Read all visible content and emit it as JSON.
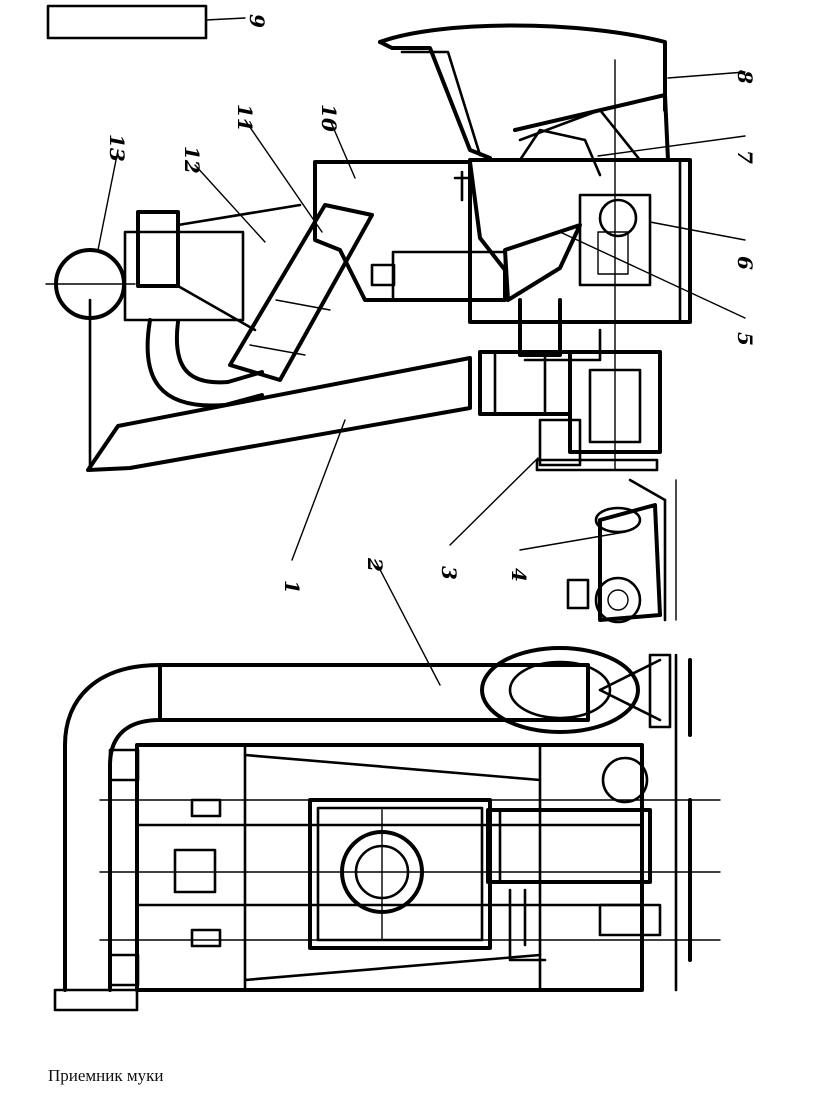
{
  "diagram": {
    "callouts": [
      "1",
      "2",
      "3",
      "4",
      "5",
      "6",
      "7",
      "8",
      "9",
      "10",
      "11",
      "12",
      "13"
    ]
  },
  "caption": "Приемник муки",
  "colors": {
    "ink": "#000000",
    "paper": "#ffffff"
  }
}
